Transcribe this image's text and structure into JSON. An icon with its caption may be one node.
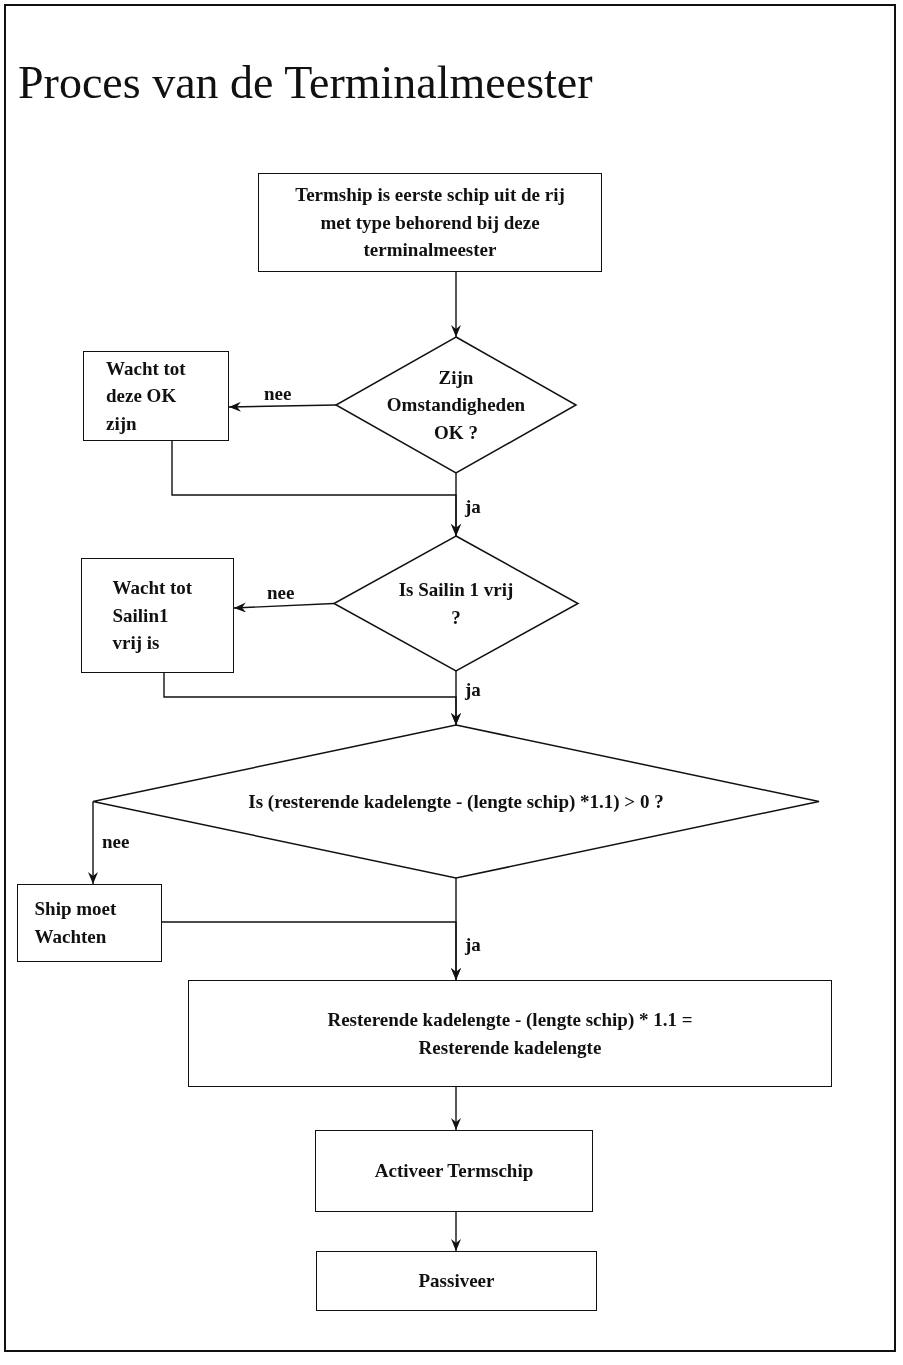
{
  "diagram": {
    "title": "Proces van de Terminalmeester",
    "nodes": [
      {
        "text": [
          "Termship is eerste schip uit de rij met type behorend bij deze terminalmeester"
        ]
      },
      {
        "text": [
          "Zijn Omstandigheden OK ?"
        ]
      },
      {
        "text": [
          "Wacht tot deze OK zijn"
        ]
      },
      {
        "text": [
          "Is Sailin 1 vrij ?"
        ]
      },
      {
        "text": [
          "Wacht tot Sailin1 vrij is"
        ]
      },
      {
        "text": [
          "Is (resterende kadelengte - (lengte schip) *1.1) > 0 ?"
        ]
      },
      {
        "text": [
          "Ship moet Wachten"
        ]
      },
      {
        "text": [
          "Resterende kadelengte - (lengte schip) * 1.1 = Resterende kadelengte"
        ]
      },
      {
        "text": [
          "Activeer Termschip"
        ]
      },
      {
        "text": [
          "Passiveer"
        ]
      }
    ],
    "edges": [
      {
        "from": 0,
        "to": 1,
        "arrow": "to"
      },
      {
        "from": 1,
        "to": 2,
        "arrow": "to",
        "label": "nee"
      },
      {
        "from": 1,
        "to": 3,
        "arrow": "to",
        "label": "ja"
      },
      {
        "from": 2,
        "to": 3,
        "arrow": "to"
      },
      {
        "from": 3,
        "to": 4,
        "arrow": "to",
        "label": "nee"
      },
      {
        "from": 3,
        "to": 5,
        "arrow": "to",
        "label": "ja"
      },
      {
        "from": 4,
        "to": 5,
        "arrow": "to"
      },
      {
        "from": 5,
        "to": 6,
        "arrow": "to",
        "label": "nee"
      },
      {
        "from": 5,
        "to": 7,
        "arrow": "to",
        "label": "ja"
      },
      {
        "from": 6,
        "to": 7,
        "arrow": "to"
      },
      {
        "from": 7,
        "to": 8,
        "arrow": "to"
      },
      {
        "from": 8,
        "to": 9,
        "arrow": "to"
      }
    ]
  }
}
